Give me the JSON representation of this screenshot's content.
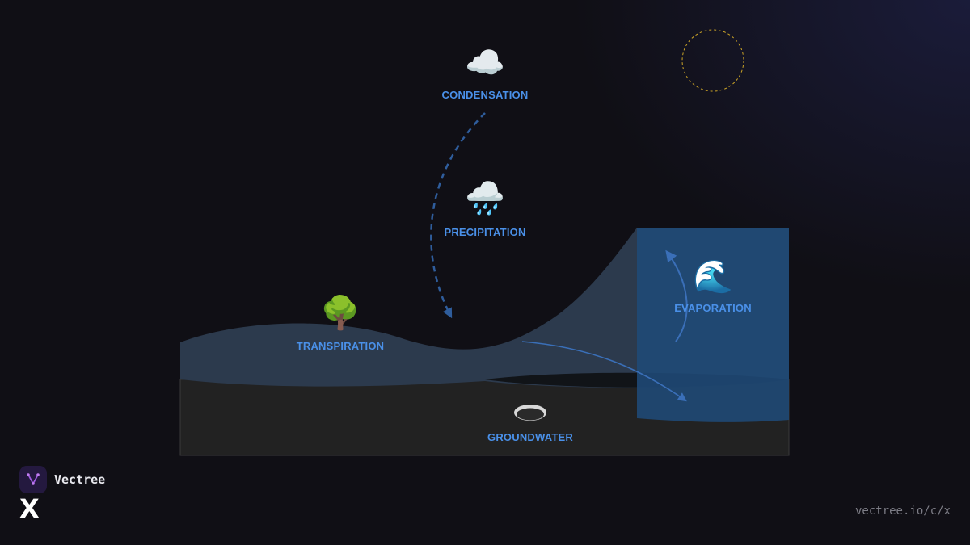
{
  "diagram": {
    "stages": {
      "condensation": {
        "label": "CONDENSATION",
        "icon": "cloud-icon",
        "glyph": "☁️"
      },
      "precipitation": {
        "label": "PRECIPITATION",
        "icon": "rain-cloud-icon",
        "glyph": "🌧️"
      },
      "evaporation": {
        "label": "EVAPORATION",
        "icon": "wave-icon",
        "glyph": "🌊"
      },
      "transpiration": {
        "label": "TRANSPIRATION",
        "icon": "tree-icon",
        "glyph": "🌳"
      },
      "groundwater": {
        "label": "GROUNDWATER",
        "icon": "well-icon"
      }
    },
    "colors": {
      "label": "#4a90e8",
      "land": "#2c3a4d",
      "soil": "#222222",
      "water": "#1f4a78",
      "arrow": "#3a6fb8",
      "sun_outline": "#c9a227"
    }
  },
  "brand": {
    "name": "Vectree",
    "mark": "X",
    "url": "vectree.io/c/x"
  }
}
